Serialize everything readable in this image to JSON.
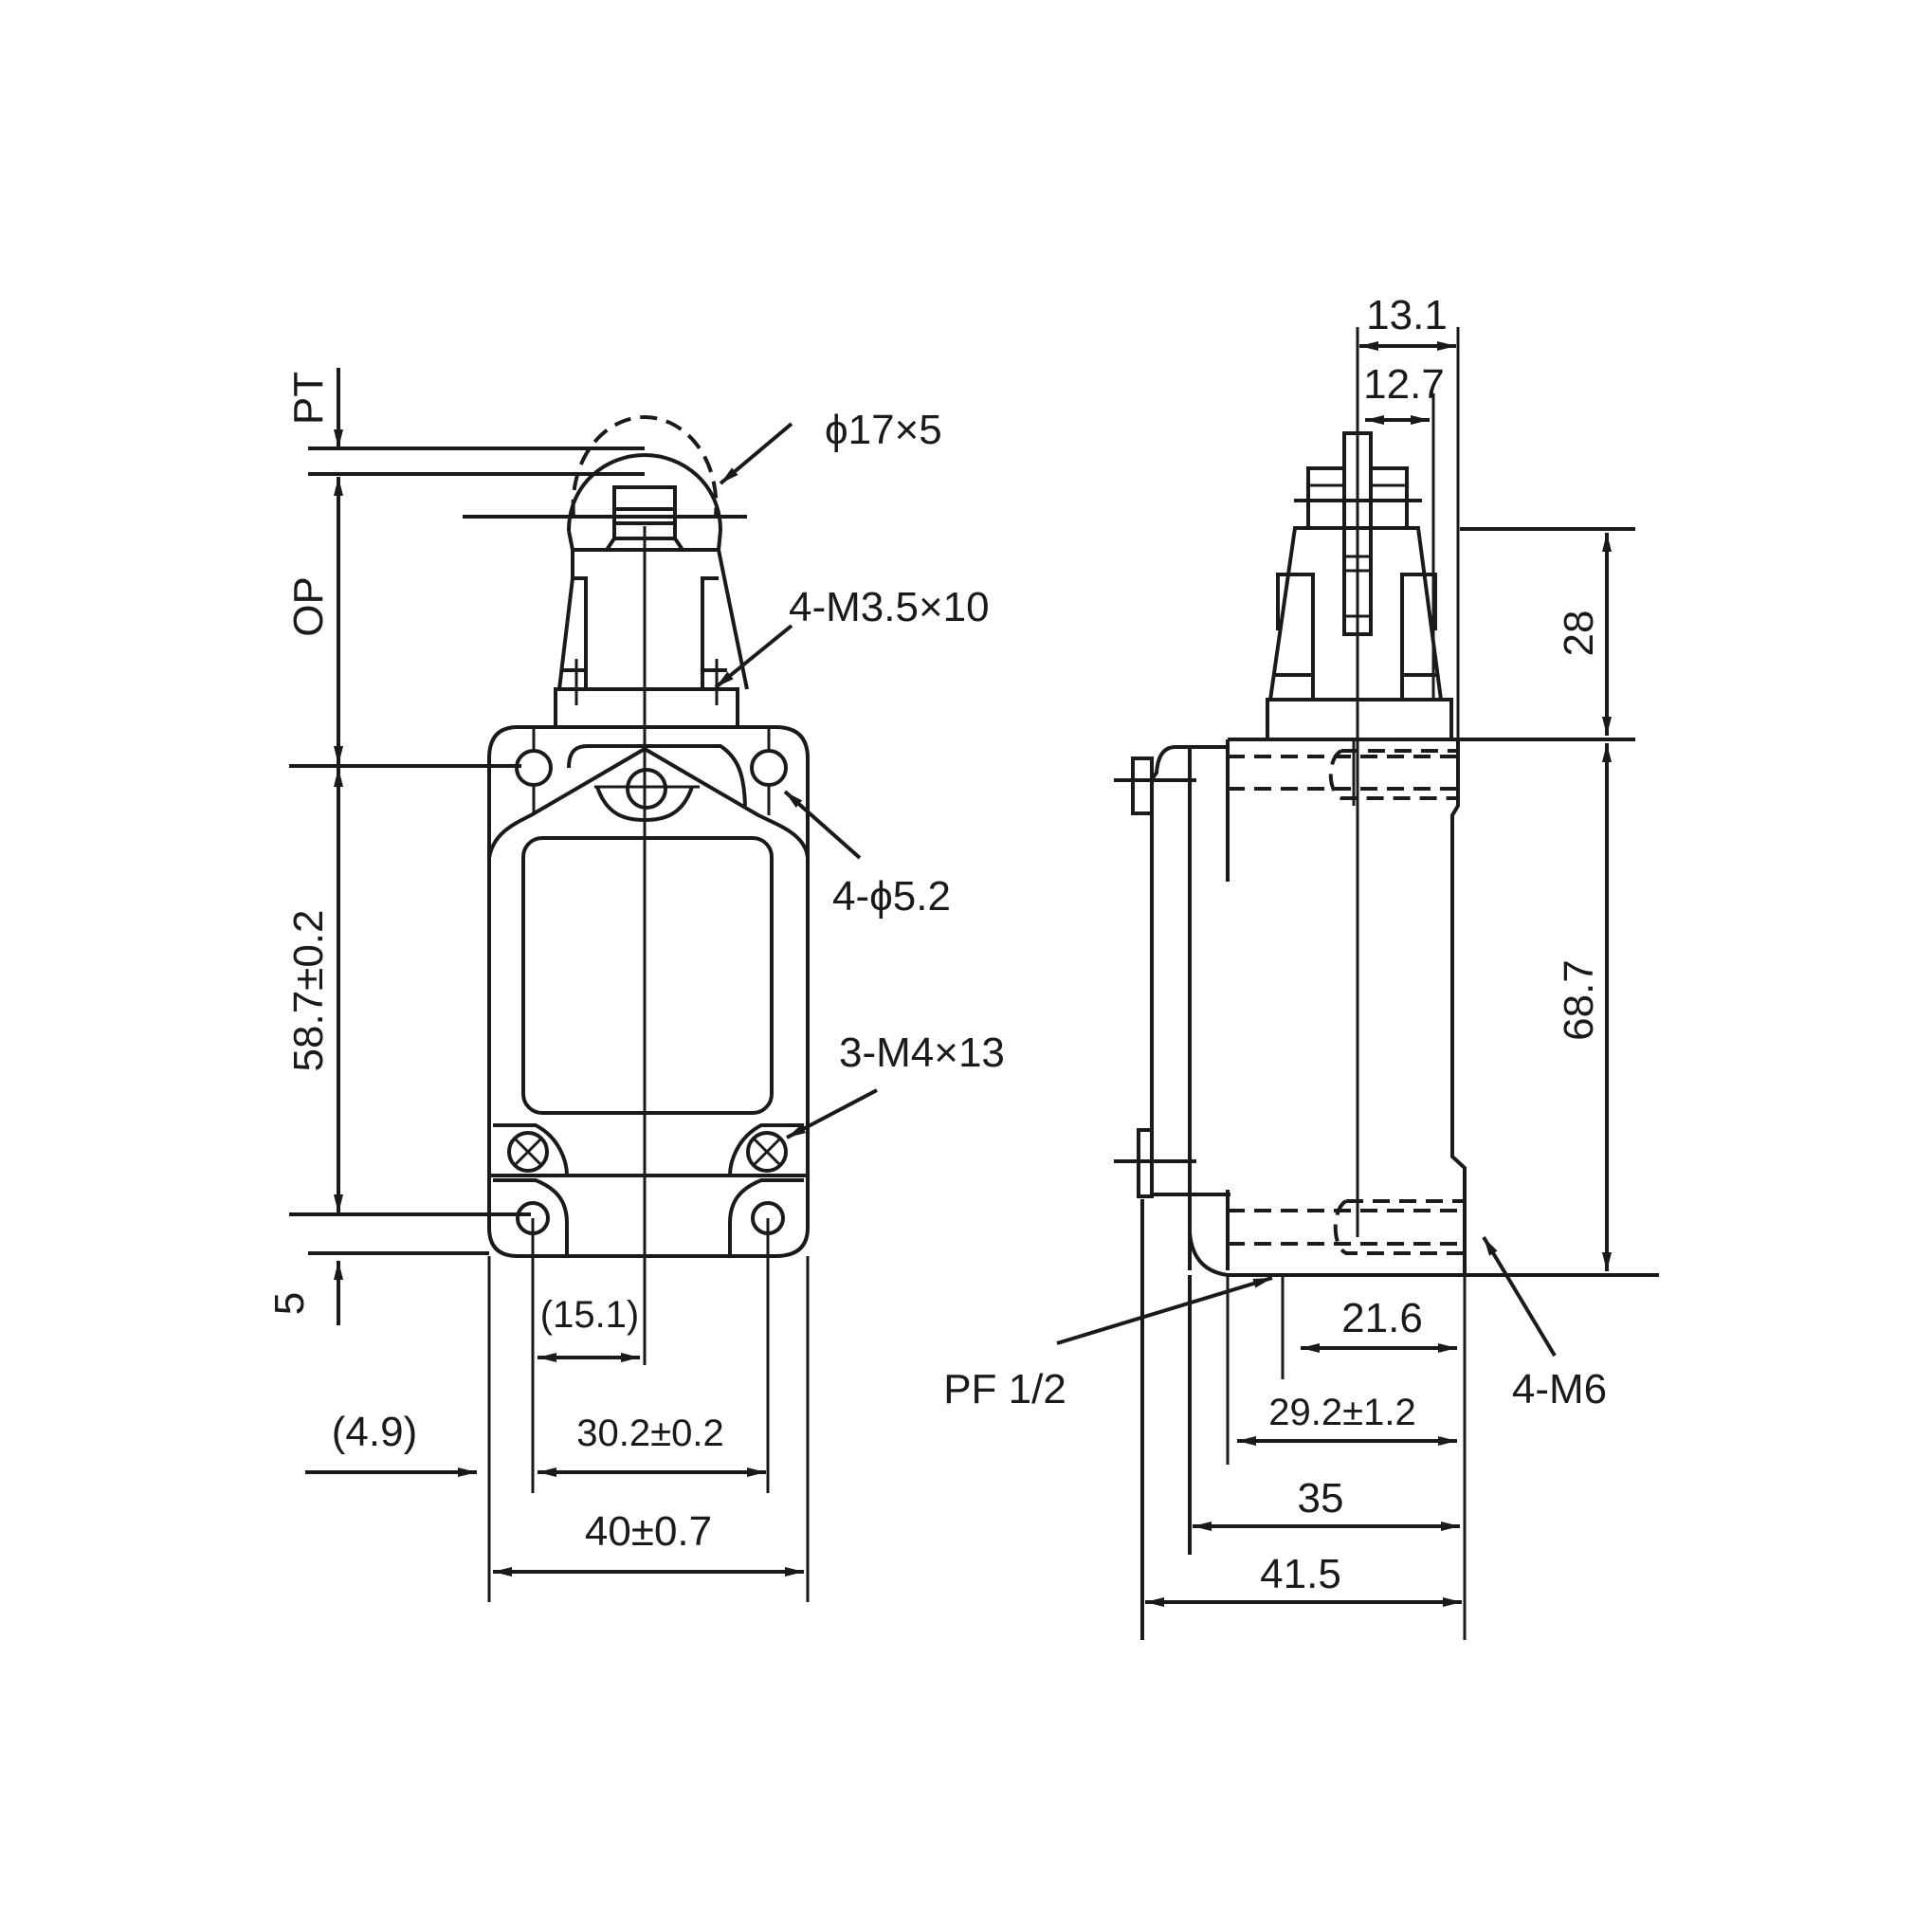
{
  "drawing": {
    "title": "Limit switch dimensional drawing (front view and side view)",
    "line_color": "#1a1a1a",
    "background": "#ffffff"
  },
  "front_view": {
    "labels": {
      "pt": "PT",
      "op": "OP",
      "roller": "ϕ17×5",
      "screws_top": "4-M3.5×10",
      "mount_holes": "4-ϕ5.2",
      "terminal_screws": "3-M4×13",
      "height": "58.7±0.2",
      "bottom_offset": "5",
      "center_offset": "(15.1)",
      "side_offset": "(4.9)",
      "hole_spacing": "30.2±0.2",
      "width": "40±0.7"
    }
  },
  "side_view": {
    "labels": {
      "top_outer": "13.1",
      "top_inner": "12.7",
      "head_height": "28",
      "body_height": "68.7",
      "conduit": "PF 1/2",
      "mount_threads": "4-M6",
      "dim_21_6": "21.6",
      "dim_29_2": "29.2±1.2",
      "dim_35": "35",
      "dim_41_5": "41.5"
    }
  }
}
